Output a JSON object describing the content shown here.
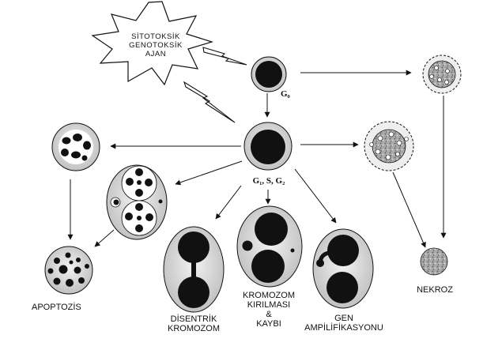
{
  "agent": {
    "label": "SİTOTOKSİK\nGENOTOKSİK\nAJAN"
  },
  "phases": {
    "g0": "G₀",
    "cycle": "G₁, S, G₂"
  },
  "outcomes": {
    "apoptosis": "APOPTOZİS",
    "dicentric": "DİSENTRİK\nKROMOZOM",
    "chromosome_loss": "KROMOZOM\nKIRILMASI\n&\nKAYBI",
    "gene_amplification": "GEN\nAMPİLİFİKASYONU",
    "necrosis": "NEKROZ"
  },
  "colors": {
    "ink": "#111111",
    "cytoplasm": "#dcdcdc",
    "necrotic": "#b8b8b8",
    "background": "#ffffff"
  }
}
